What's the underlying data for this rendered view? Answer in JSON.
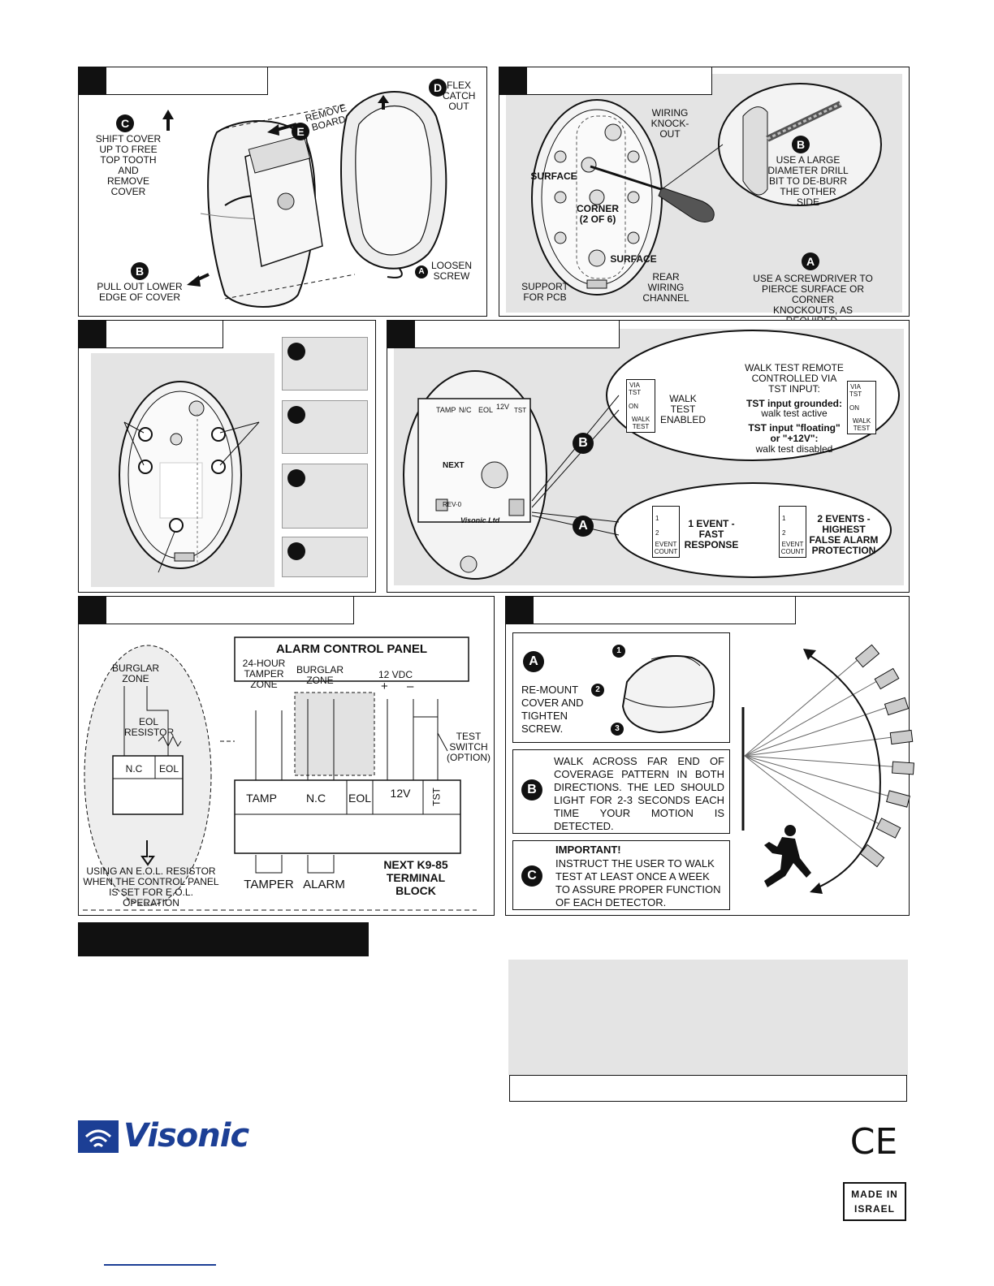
{
  "step1": {
    "labels": {
      "c_text": "SHIFT COVER\nUP TO FREE\nTOP TOOTH\nAND\nREMOVE\nCOVER",
      "e_text": "REMOVE\nBOARD",
      "d_text": "FLEX\nCATCH\nOUT",
      "b_text": "PULL OUT LOWER\nEDGE OF COVER",
      "a_text": "LOOSEN\nSCREW"
    },
    "markers": {
      "a": "A",
      "b": "B",
      "c": "C",
      "d": "D",
      "e": "E"
    }
  },
  "step2": {
    "labels": {
      "wiring_knockout": "WIRING\nKNOCK-\nOUT",
      "surface_top": "SURFACE",
      "corner": "CORNER\n(2 OF 6)",
      "surface_bottom": "SURFACE",
      "support": "SUPPORT\nFOR PCB",
      "rear_channel": "REAR\nWIRING\nCHANNEL",
      "b_text": "USE A LARGE\nDIAMETER DRILL\nBIT TO DE-BURR\nTHE OTHER SIDE",
      "a_text": "USE A SCREWDRIVER TO\nPIERCE SURFACE OR CORNER\nKNOCKOUTS, AS REQUIRED."
    },
    "markers": {
      "a": "A",
      "b": "B"
    }
  },
  "step4": {
    "walk_test_remote": "WALK TEST REMOTE\nCONTROLLED VIA\nTST INPUT:",
    "tst_grounded": "TST input grounded:",
    "walk_active": "walk test active",
    "tst_floating": "TST input \"floating\"\nor \"+12V\":",
    "walk_disabled": "walk test disabled",
    "walk_test_enabled": "WALK\nTEST\nENABLED",
    "jumper_via": "VIA\nTST",
    "jumper_on": "ON",
    "jumper_walk": "WALK\nTEST",
    "event1": "1 EVENT -\nFAST\nRESPONSE",
    "event2": "2 EVENTS -\nHIGHEST\nFALSE ALARM\nPROTECTION",
    "event_count": "EVENT\nCOUNT",
    "pcb_terms": [
      "TAMP",
      "N/C",
      "EOL",
      "12V",
      "TST"
    ],
    "pcb_next": "NEXT",
    "pcb_rev": "REV-0",
    "pcb_maker": "Visonic Ltd",
    "markers": {
      "a": "A",
      "b": "B"
    },
    "pin1": "1",
    "pin2": "2"
  },
  "step5": {
    "alarm_panel": "ALARM CONTROL PANEL",
    "tamper_zone": "24-HOUR\nTAMPER\nZONE",
    "burglar_zone": "BURGLAR\nZONE",
    "vdc": "12 VDC",
    "plus": "+",
    "minus": "–",
    "test_switch": "TEST\nSWITCH\n(OPTION)",
    "bz_left": "BURGLAR\nZONE",
    "eol_resistor": "EOL\nRESISTOR",
    "nc": "N.C",
    "eol": "EOL",
    "tb_labels": [
      "TAMP",
      "N.C",
      "EOL",
      "12V",
      "TST"
    ],
    "using_eol": "USING AN E.O.L. RESISTOR\nWHEN THE CONTROL PANEL\nIS SET FOR E.O.L. OPERATION",
    "tamper": "TAMPER",
    "alarm": "ALARM",
    "terminal_block": "NEXT K9-85\nTERMINAL\nBLOCK"
  },
  "step6": {
    "a_text": "RE-MOUNT\nCOVER AND\nTIGHTEN\nSCREW.",
    "b_text": "WALK ACROSS FAR END OF COVERAGE PATTERN IN BOTH DIRECTIONS. THE LED SHOULD LIGHT FOR 2-3 SECONDS EACH TIME YOUR MOTION IS DETECTED.",
    "c_title": "IMPORTANT!",
    "c_text": "INSTRUCT THE USER TO WALK TEST AT LEAST ONCE A WEEK TO ASSURE PROPER FUNCTION OF EACH DETECTOR.",
    "markers": {
      "a": "A",
      "b": "B",
      "c": "C"
    },
    "steps": [
      "1",
      "2",
      "3"
    ]
  },
  "brand": {
    "logo": "Visonic"
  },
  "footer": {
    "made_in": "MADE IN\nISRAEL",
    "ce": "CE"
  },
  "colors": {
    "panel_gray": "#e4e4e4",
    "ink": "#111111",
    "brand_blue": "#1c3f95"
  }
}
